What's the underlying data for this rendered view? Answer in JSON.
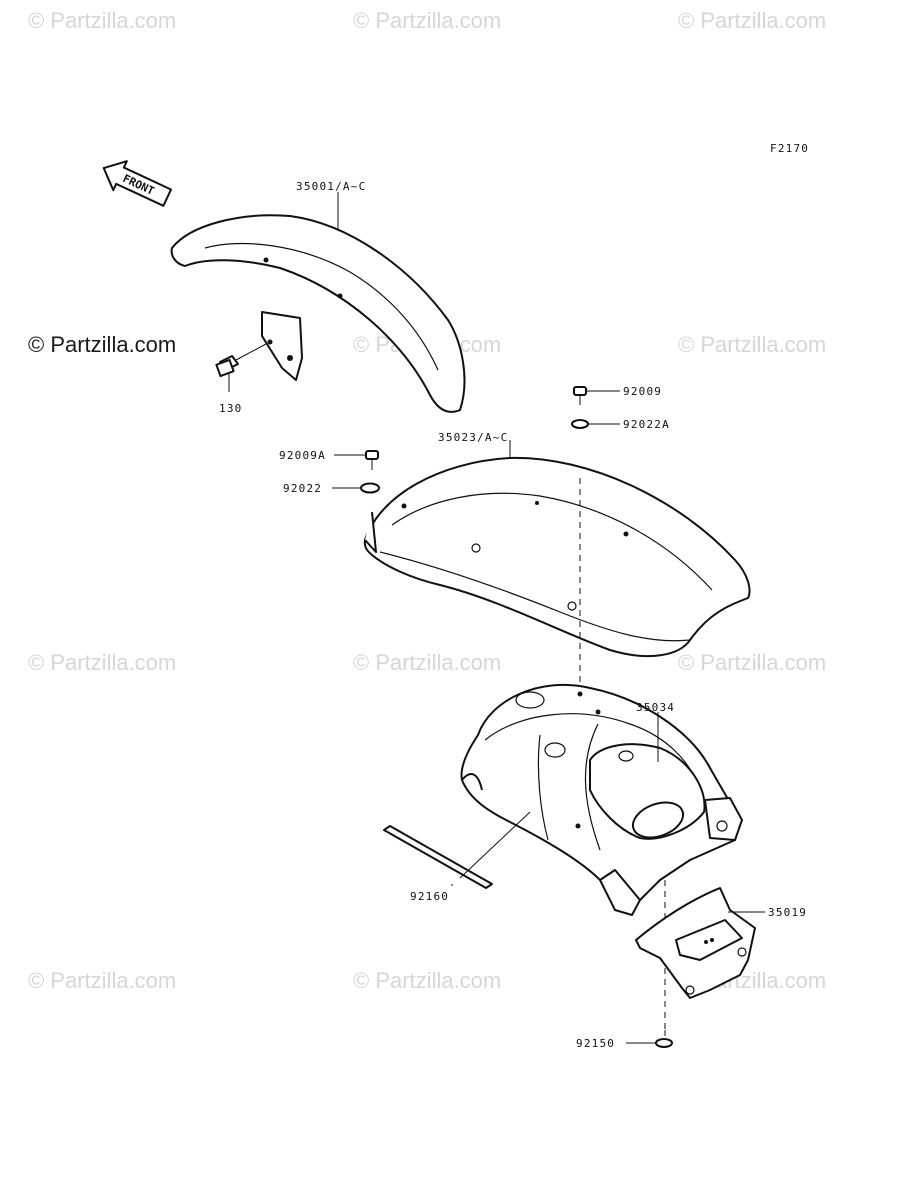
{
  "watermarks": {
    "text": "© Partzilla.com",
    "prominent": "© Partzilla.com"
  },
  "diagram": {
    "figure_code": "F2170",
    "front_label": "FRONT",
    "labels": {
      "p35001": "35001/A~C",
      "p130": "130",
      "p92009": "92009",
      "p92022A": "92022A",
      "p35023": "35023/A~C",
      "p92009A": "92009A",
      "p92022": "92022",
      "p35034": "35034",
      "p92160": "92160",
      "p35019": "35019",
      "p92150": "92150"
    }
  },
  "colors": {
    "line": "#111111",
    "watermark": "#d6d6d6",
    "background": "#ffffff"
  }
}
